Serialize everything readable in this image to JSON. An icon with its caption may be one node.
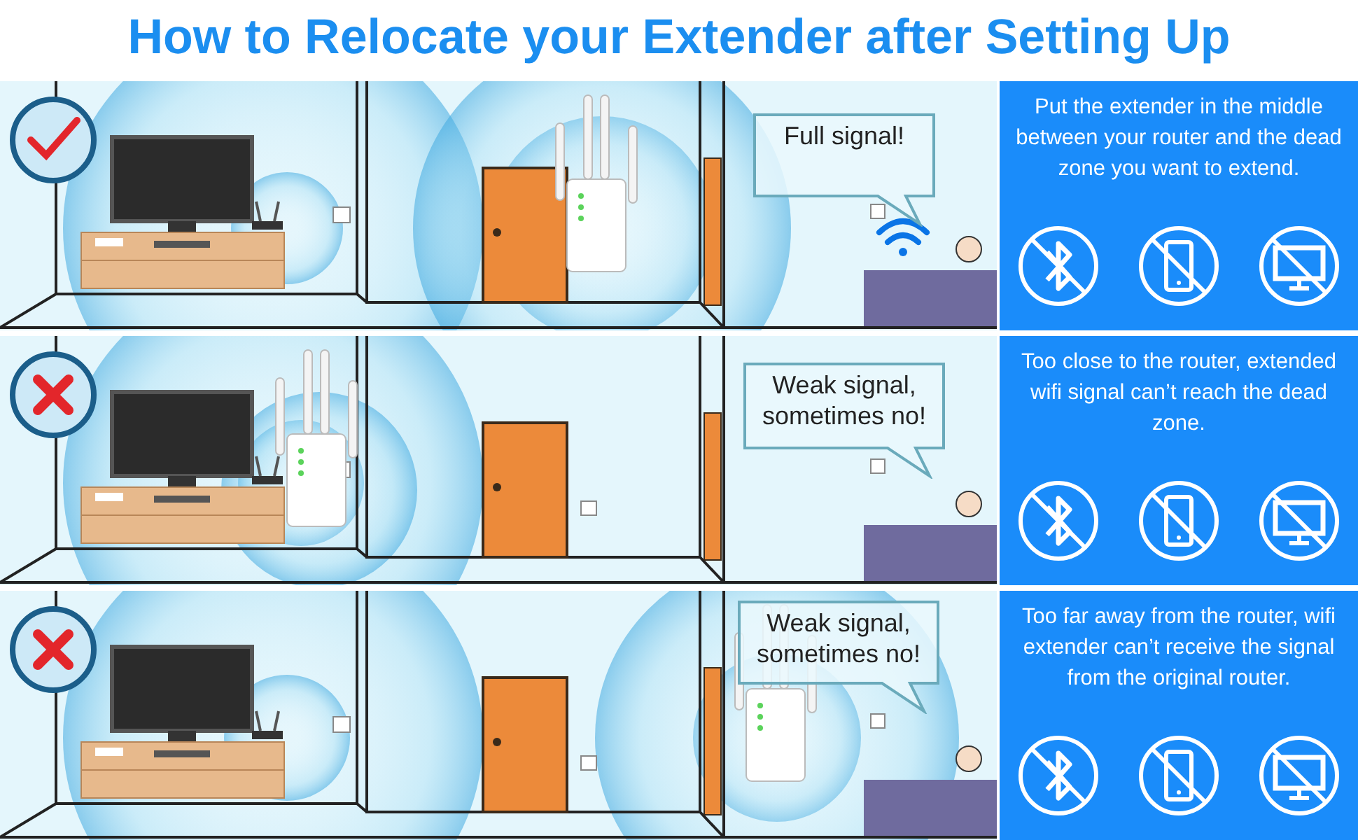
{
  "diagram": {
    "title": "How to Relocate your Extender after Setting Up",
    "nodes": [
      {
        "text": [
          "Full signal!"
        ]
      },
      {
        "text": [
          "Put the extender in the middle between your router and the dead zone you want to extend."
        ]
      },
      {
        "text": [
          "Weak signal, sometimes no!"
        ]
      },
      {
        "text": [
          "Too close to the router, extended wifi signal can’t reach the dead zone."
        ]
      },
      {
        "text": [
          "Weak signal, sometimes no!"
        ]
      },
      {
        "text": [
          "Too far away from the router, wifi extender can’t receive the signal from the original router."
        ]
      }
    ]
  }
}
